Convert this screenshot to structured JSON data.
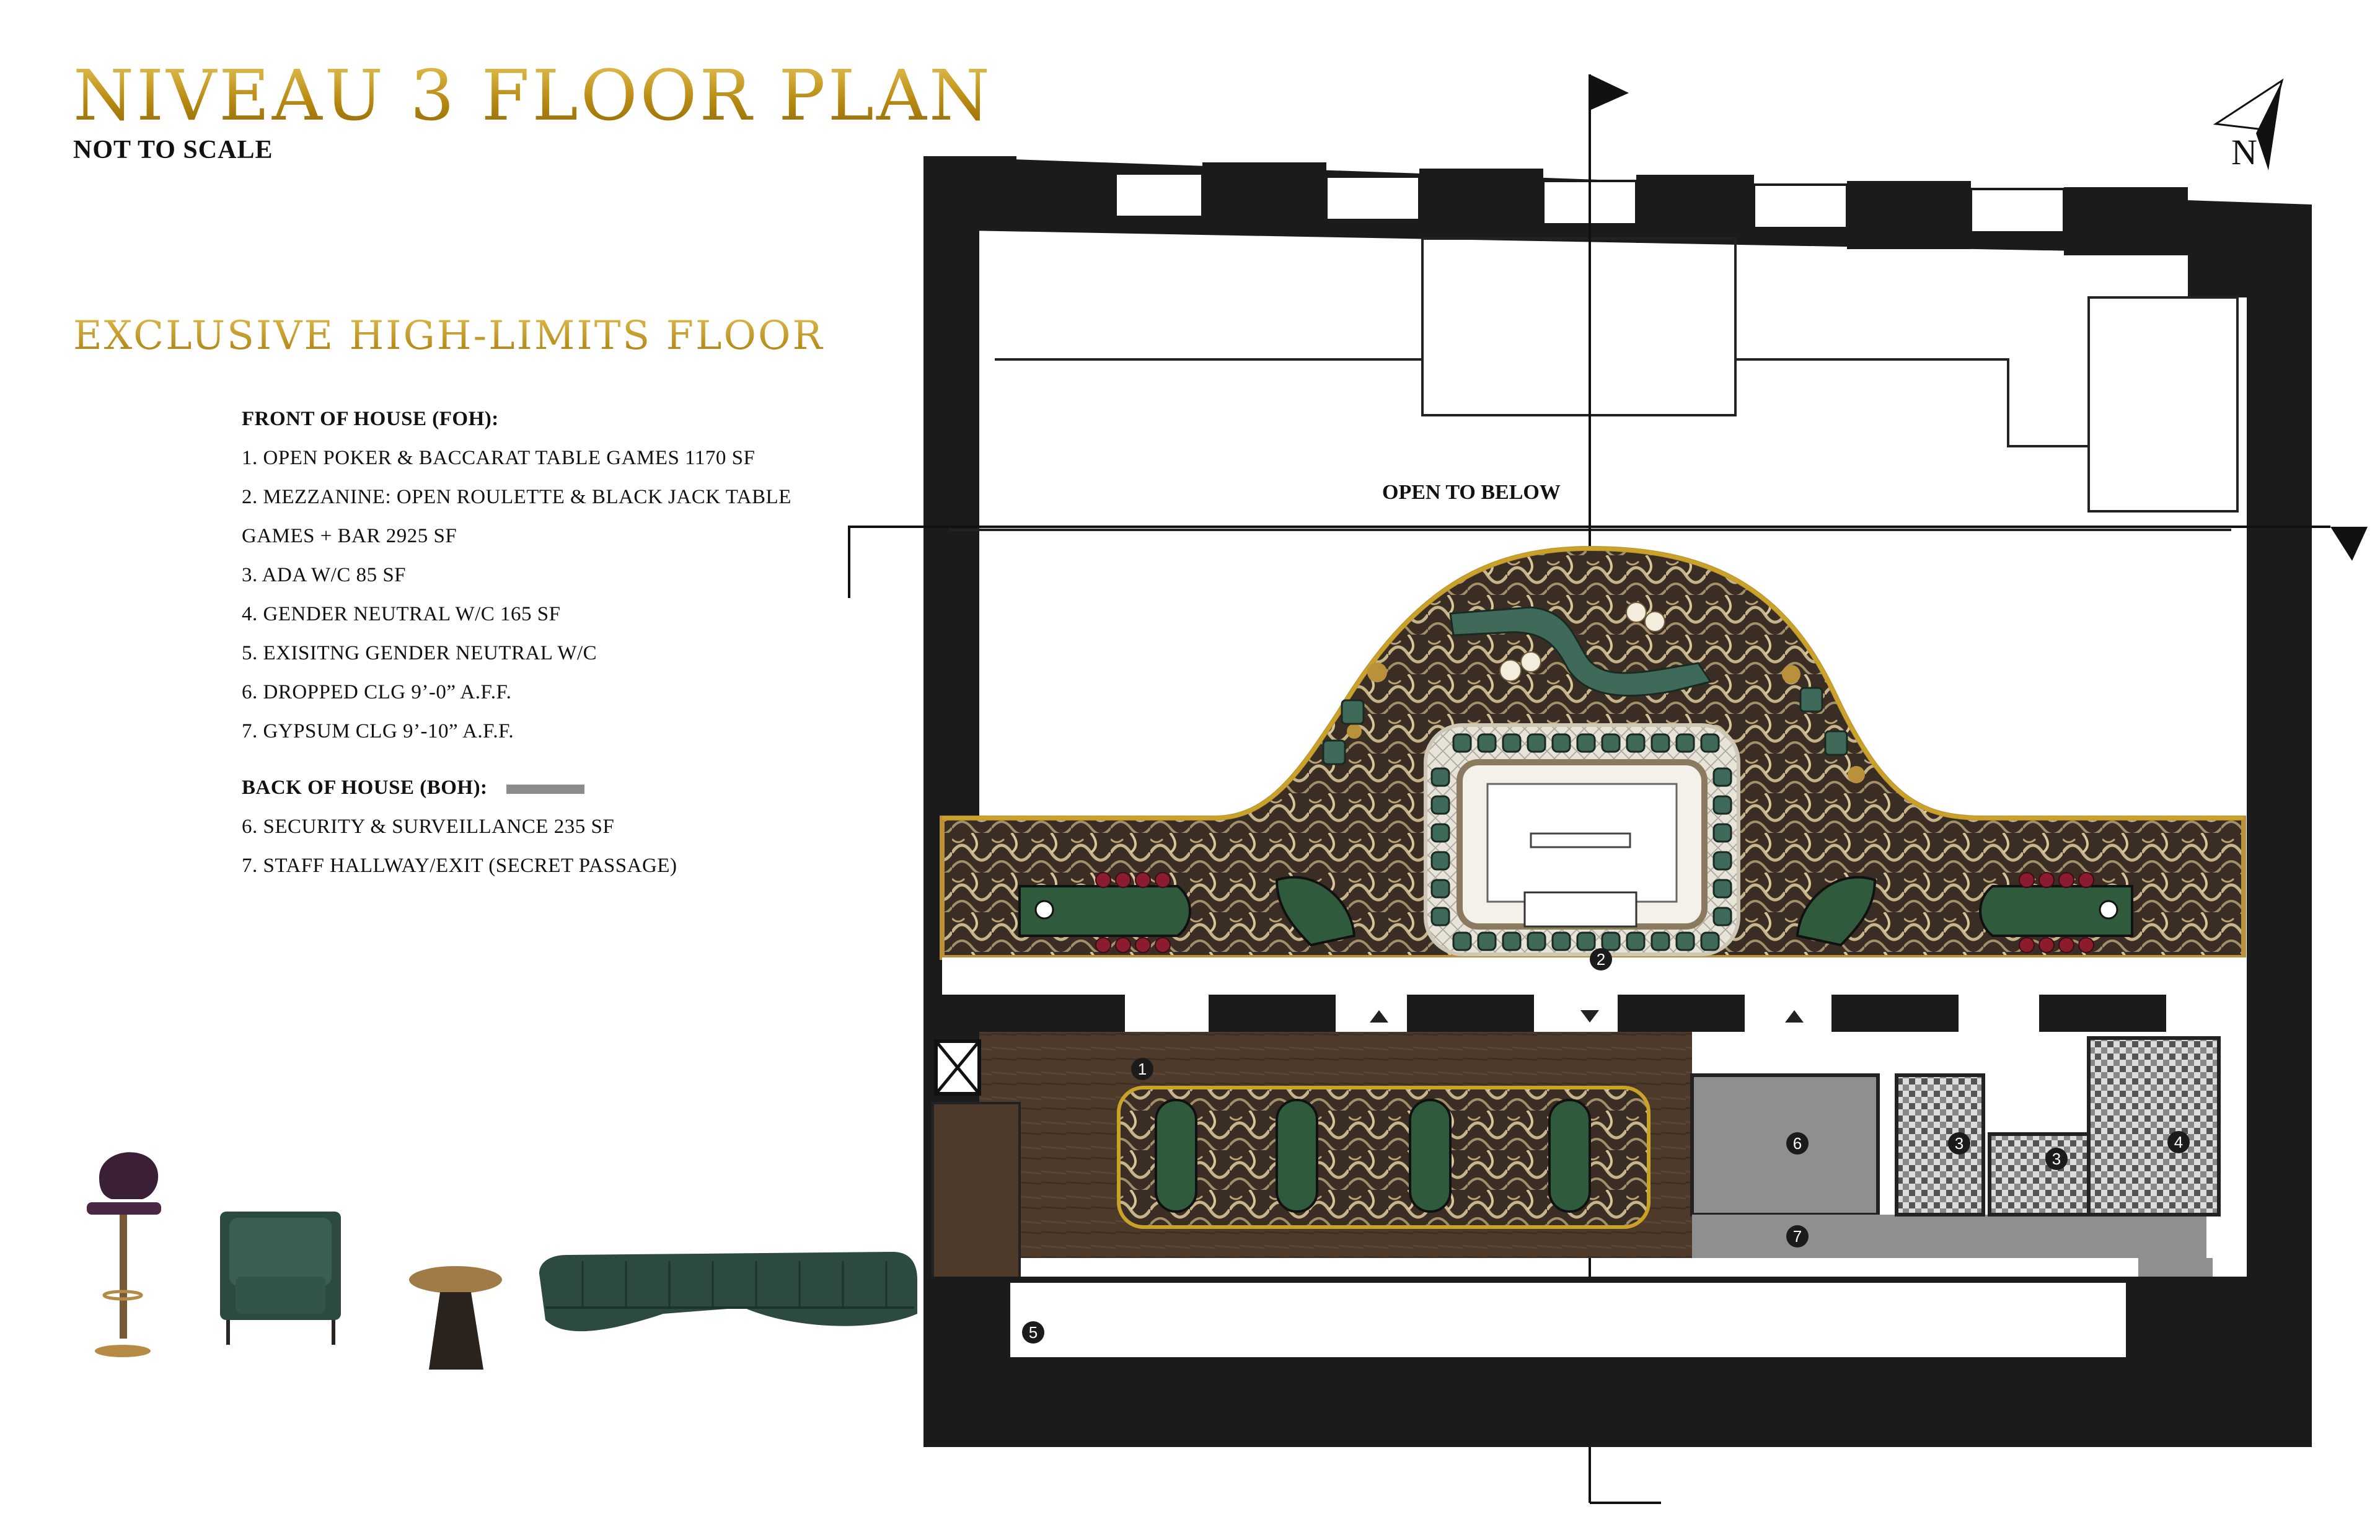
{
  "header": {
    "title": "NIVEAU 3 FLOOR PLAN",
    "subtitle": "NOT TO SCALE",
    "section_title": "EXCLUSIVE HIGH-LIMITS FLOOR"
  },
  "legend": {
    "foh_header": "FRONT OF HOUSE (FOH):",
    "foh_items": [
      "1. OPEN POKER & BACCARAT TABLE GAMES 1170 SF",
      "2. MEZZANINE: OPEN ROULETTE & BLACK JACK TABLE",
      "GAMES + BAR 2925 SF",
      "3. ADA W/C 85 SF",
      "4. GENDER NEUTRAL W/C 165 SF",
      "5. EXISITNG GENDER NEUTRAL W/C",
      "6. DROPPED CLG 9’-0” A.F.F.",
      "7. GYPSUM CLG 9’-10” A.F.F."
    ],
    "boh_header": "BACK OF HOUSE (BOH):",
    "boh_color": "#8c8c8c",
    "boh_items": [
      "6. SECURITY & SURVEILLANCE 235 SF",
      "7. STAFF HALLWAY/EXIT (SECRET PASSAGE)"
    ]
  },
  "plan": {
    "open_to_below": "OPEN TO BELOW",
    "north_label": "N",
    "room_tags": [
      "1",
      "2",
      "3",
      "3",
      "4",
      "5",
      "6",
      "7"
    ],
    "colors": {
      "wall": "#1a1a1a",
      "floor_pattern": "#8a7960",
      "carpet_dark": "#3b2e22",
      "wood_floor": "#4a3728",
      "boh_gray": "#8f8f8f",
      "table_green": "#2f5a3c",
      "chair_red": "#8a1c2e",
      "booth_green": "#3f6a5a",
      "gold_trim": "#b8913a",
      "accent_gold": "#c9a227"
    }
  },
  "furniture_icons": [
    "bar-stool-icon",
    "lounge-chair-icon",
    "side-table-icon",
    "curved-sofa-icon"
  ]
}
